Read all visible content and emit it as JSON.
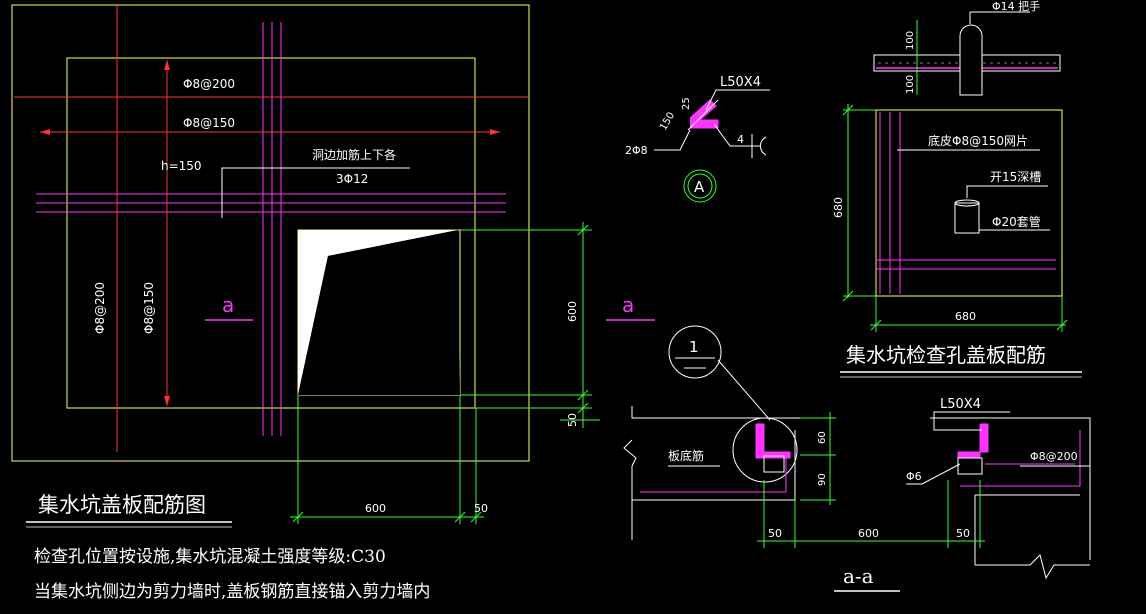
{
  "colors": {
    "background": "#000000",
    "outline": "#ffff66",
    "rebar": "#ff33ff",
    "dimension": "#33ff33",
    "leader": "#ffffff",
    "axis": "#ff3333"
  },
  "plan": {
    "label_top_bar": "Φ8@200",
    "label_bar_150": "Φ8@150",
    "label_h": "h=150",
    "note_line1": "洞边加筋上下各",
    "note_line2": "3Φ12",
    "vertical_label_200": "Φ8@200",
    "vertical_label_150": "Φ8@150",
    "section_mark_left": "a",
    "section_mark_right": "a",
    "dim_600_vertical": "600",
    "dim_50_vertical": "50",
    "dim_600_horizontal": "600",
    "dim_50_horizontal": "50"
  },
  "title_main": "集水坑盖板配筋图",
  "note1": "检查孔位置按设施,集水坑混凝土强度等级:C30",
  "note2": "当集水坑侧边为剪力墙时,盖板钢筋直接锚入剪力墙内",
  "detail_A": {
    "angle_label": "L50X4",
    "dim_25": "25",
    "dim_150": "150",
    "bar": "2Φ8",
    "weld": "4",
    "mark": "A"
  },
  "handle_detail": {
    "label": "Φ14 把手",
    "dim_100_top": "100",
    "dim_100_bottom": "100"
  },
  "cover_plate": {
    "mesh": "底皮Φ8@150网片",
    "groove": "开15深槽",
    "sleeve": "Φ20套管",
    "dim_680_v": "680",
    "dim_680_h": "680",
    "title": "集水坑检查孔盖板配筋"
  },
  "section": {
    "mark": "1",
    "angle_label": "L50X4",
    "bottom_bar": "板底筋",
    "bar_200": "Φ8@200",
    "bar_6": "Φ6",
    "dim_60": "60",
    "dim_90": "90",
    "dim_50_left": "50",
    "dim_600": "600",
    "dim_50_right": "50",
    "title": "a-a"
  }
}
